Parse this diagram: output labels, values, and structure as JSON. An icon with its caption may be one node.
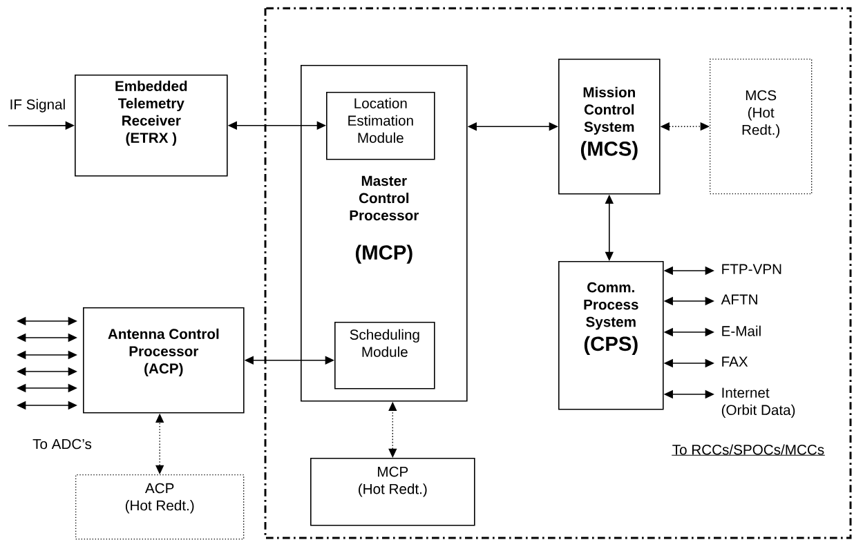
{
  "diagram": {
    "nodes": [
      {
        "text": [
          "Embedded Telemetry Receiver",
          "(ETRX )"
        ]
      },
      {
        "text": [
          "Master Control Processor",
          "(MCP)"
        ]
      },
      {
        "text": [
          "Location Estimation Module"
        ],
        "in": 1
      },
      {
        "text": [
          "Scheduling Module"
        ],
        "in": 1
      },
      {
        "text": [
          "Mission Control System",
          "(MCS)"
        ]
      },
      {
        "text": [
          "MCS",
          "(Hot Redt.)"
        ]
      },
      {
        "text": [
          "Comm. Process System",
          "(CPS)"
        ]
      },
      {
        "text": [
          "Antenna Control Processor",
          "(ACP)"
        ]
      },
      {
        "text": [
          "ACP",
          "(Hot Redt.)"
        ]
      },
      {
        "text": [
          "MCP",
          "(Hot Redt.)"
        ]
      },
      {
        "text": [
          "FTP-VPN"
        ]
      },
      {
        "text": [
          "AFTN"
        ]
      },
      {
        "text": [
          "E-Mail"
        ]
      },
      {
        "text": [
          "FAX"
        ]
      },
      {
        "text": [
          "Internet",
          "(Orbit Data)"
        ]
      }
    ],
    "edges": [
      {
        "from": null,
        "to": 0,
        "arrow": "to",
        "label": "IF Signal"
      },
      {
        "from": 0,
        "to": 2,
        "arrow": "both"
      },
      {
        "from": 1,
        "to": 4,
        "arrow": "both"
      },
      {
        "from": 4,
        "to": 5,
        "arrow": "both",
        "style": "dashed"
      },
      {
        "from": 4,
        "to": 6,
        "arrow": "both"
      },
      {
        "from": 6,
        "to": 10,
        "arrow": "both"
      },
      {
        "from": 6,
        "to": 11,
        "arrow": "both"
      },
      {
        "from": 6,
        "to": 12,
        "arrow": "both"
      },
      {
        "from": 6,
        "to": 13,
        "arrow": "both"
      },
      {
        "from": 6,
        "to": 14,
        "arrow": "both"
      },
      {
        "from": null,
        "to": 7,
        "arrow": "both"
      },
      {
        "from": null,
        "to": 7,
        "arrow": "both"
      },
      {
        "from": null,
        "to": 7,
        "arrow": "both"
      },
      {
        "from": null,
        "to": 7,
        "arrow": "both"
      },
      {
        "from": null,
        "to": 7,
        "arrow": "both"
      },
      {
        "from": null,
        "to": 7,
        "arrow": "both"
      },
      {
        "from": 7,
        "to": 3,
        "arrow": "both"
      },
      {
        "from": 7,
        "to": 8,
        "arrow": "both",
        "style": "dashed"
      },
      {
        "from": 1,
        "to": 9,
        "arrow": "both",
        "style": "dashed"
      }
    ],
    "labels": [
      "To ADC’s",
      "To RCCs/SPOCs/MCCs"
    ]
  }
}
